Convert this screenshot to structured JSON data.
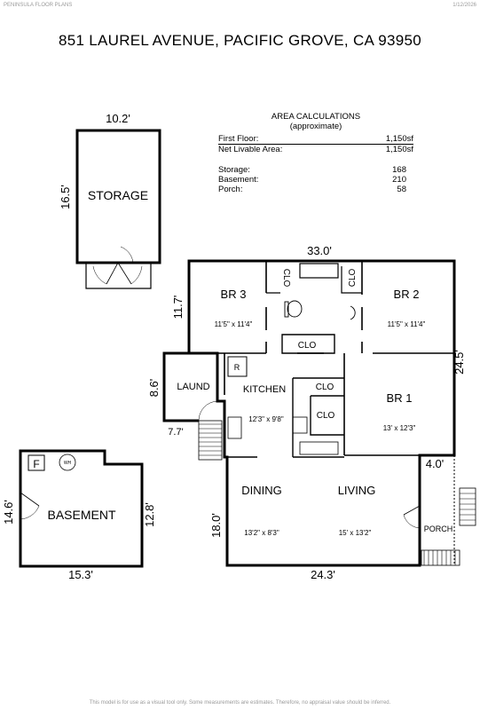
{
  "header": {
    "company": "PENINSULA FLOOR PLANS",
    "date": "1/12/2026",
    "address": "851 LAUREL AVENUE, PACIFIC GROVE, CA  93950"
  },
  "area_calculations": {
    "title": "AREA CALCULATIONS",
    "subtitle": "(approximate)",
    "rows": [
      {
        "label": "First  Floor:",
        "value": "1,150sf"
      },
      {
        "label": "Net Livable Area:",
        "value": "1,150sf"
      },
      {
        "label": "Storage:",
        "value": "168"
      },
      {
        "label": "Basement:",
        "value": "210"
      },
      {
        "label": "Porch:",
        "value": "58"
      }
    ]
  },
  "storage": {
    "name": "STORAGE",
    "width": "10.2'",
    "depth": "16.5'"
  },
  "basement": {
    "name": "BASEMENT",
    "width": "15.3'",
    "depth_left": "14.6'",
    "depth_right": "12.8'",
    "furnace": "F",
    "water_heater": "WH"
  },
  "house": {
    "width_top": "33.0'",
    "width_bottom": "24.3'",
    "depth_right": "24.5'",
    "depth_left_upper": "11.7'",
    "depth_lower": "18.0'",
    "laundry_depth": "8.6'",
    "laundry_width": "7.7'",
    "porch_width": "4.0'"
  },
  "rooms": {
    "br3": {
      "name": "BR 3",
      "size": "11'5\" x 11'4\""
    },
    "br2": {
      "name": "BR 2",
      "size": "11'5\" x 11'4\""
    },
    "br1": {
      "name": "BR 1",
      "size": "13' x 12'3\""
    },
    "kitchen": {
      "name": "KITCHEN",
      "size": "12'3\" x 9'8\""
    },
    "laundry": {
      "name": "LAUND"
    },
    "dining": {
      "name": "DINING",
      "size": "13'2\" x 8'3\""
    },
    "living": {
      "name": "LIVING",
      "size": "15' x 13'2\""
    },
    "porch": {
      "name": "PORCH"
    },
    "refrigerator": {
      "name": "R"
    },
    "closet": {
      "name": "CLO"
    }
  },
  "footer": "This model is for use as a visual tool only. Some measurements are estimates. Therefore, no appraisal value should be inferred."
}
